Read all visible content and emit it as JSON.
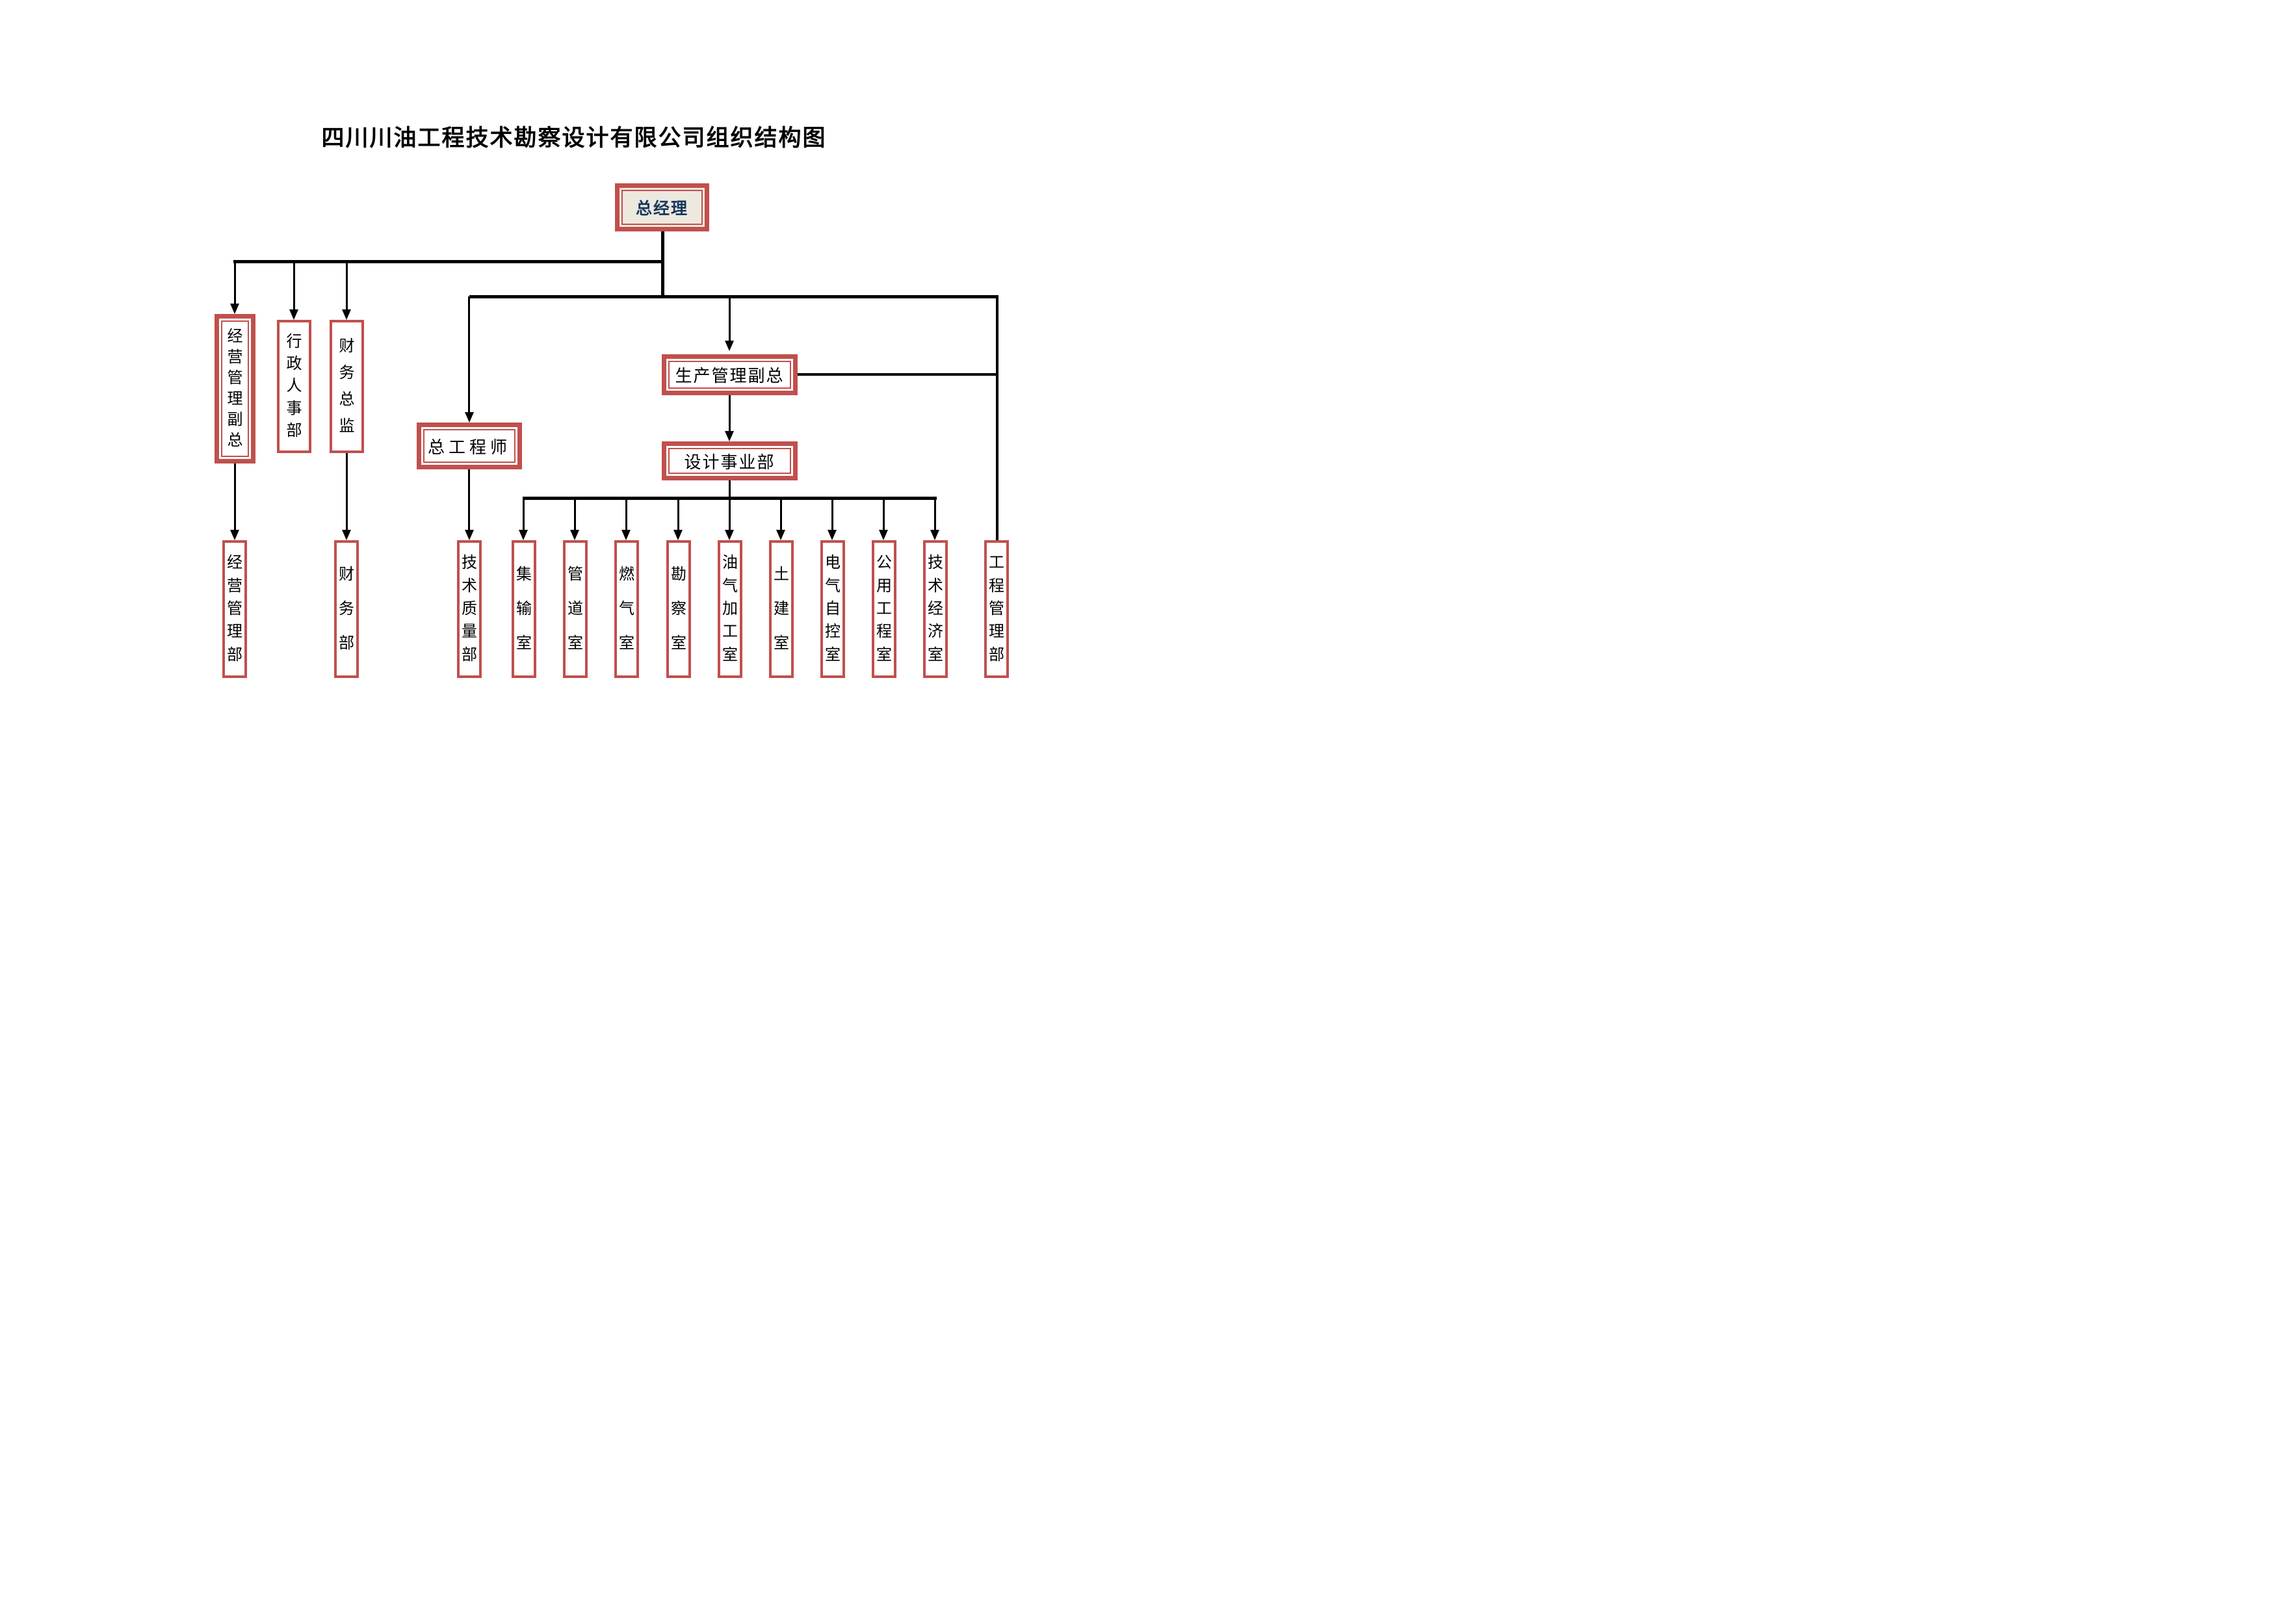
{
  "title": "四川川油工程技术勘察设计有限公司组织结构图",
  "colors": {
    "box_border_red": "#C0504D",
    "root_box_background": "#EDE9DE",
    "root_box_text": "#17375E",
    "connector_line": "#000000",
    "box_text": "#000000",
    "page_background": "#FFFFFF"
  },
  "boxes": {
    "general_manager": {
      "label": "总经理"
    },
    "business_mgmt_vp": {
      "label": "经营管理副总"
    },
    "admin_hr_dept": {
      "label": "行政人事部"
    },
    "finance_director": {
      "label": "财务总监"
    },
    "chief_engineer": {
      "label": "总工程师"
    },
    "production_mgmt_vp": {
      "label": "生产管理副总"
    },
    "design_division": {
      "label": "设计事业部"
    },
    "business_mgmt_dept": {
      "label": "经营管理部"
    },
    "finance_dept": {
      "label": "财务部"
    },
    "tech_quality_dept": {
      "label": "技术质量部"
    },
    "gathering_transport_room": {
      "label": "集输室"
    },
    "pipeline_room": {
      "label": "管道室"
    },
    "gas_room": {
      "label": "燃气室"
    },
    "survey_room": {
      "label": "勘察室"
    },
    "oil_gas_processing_room": {
      "label": "油气加工室"
    },
    "civil_room": {
      "label": "土建室"
    },
    "electrical_control_room": {
      "label": "电气自控室"
    },
    "utility_engineering_room": {
      "label": "公用工程室"
    },
    "tech_economy_room": {
      "label": "技术经济室"
    },
    "engineering_mgmt_dept": {
      "label": "工程管理部"
    }
  },
  "hierarchy": [
    {
      "parent": "总经理",
      "children": [
        "经营管理副总",
        "行政人事部",
        "财务总监",
        "总工程师",
        "生产管理副总"
      ]
    },
    {
      "parent": "经营管理副总",
      "children": [
        "经营管理部"
      ]
    },
    {
      "parent": "财务总监",
      "children": [
        "财务部"
      ]
    },
    {
      "parent": "总工程师",
      "children": [
        "技术质量部"
      ]
    },
    {
      "parent": "生产管理副总",
      "children": [
        "设计事业部",
        "工程管理部"
      ]
    },
    {
      "parent": "设计事业部",
      "children": [
        "集输室",
        "管道室",
        "燃气室",
        "勘察室",
        "油气加工室",
        "土建室",
        "电气自控室",
        "公用工程室",
        "技术经济室"
      ]
    }
  ]
}
